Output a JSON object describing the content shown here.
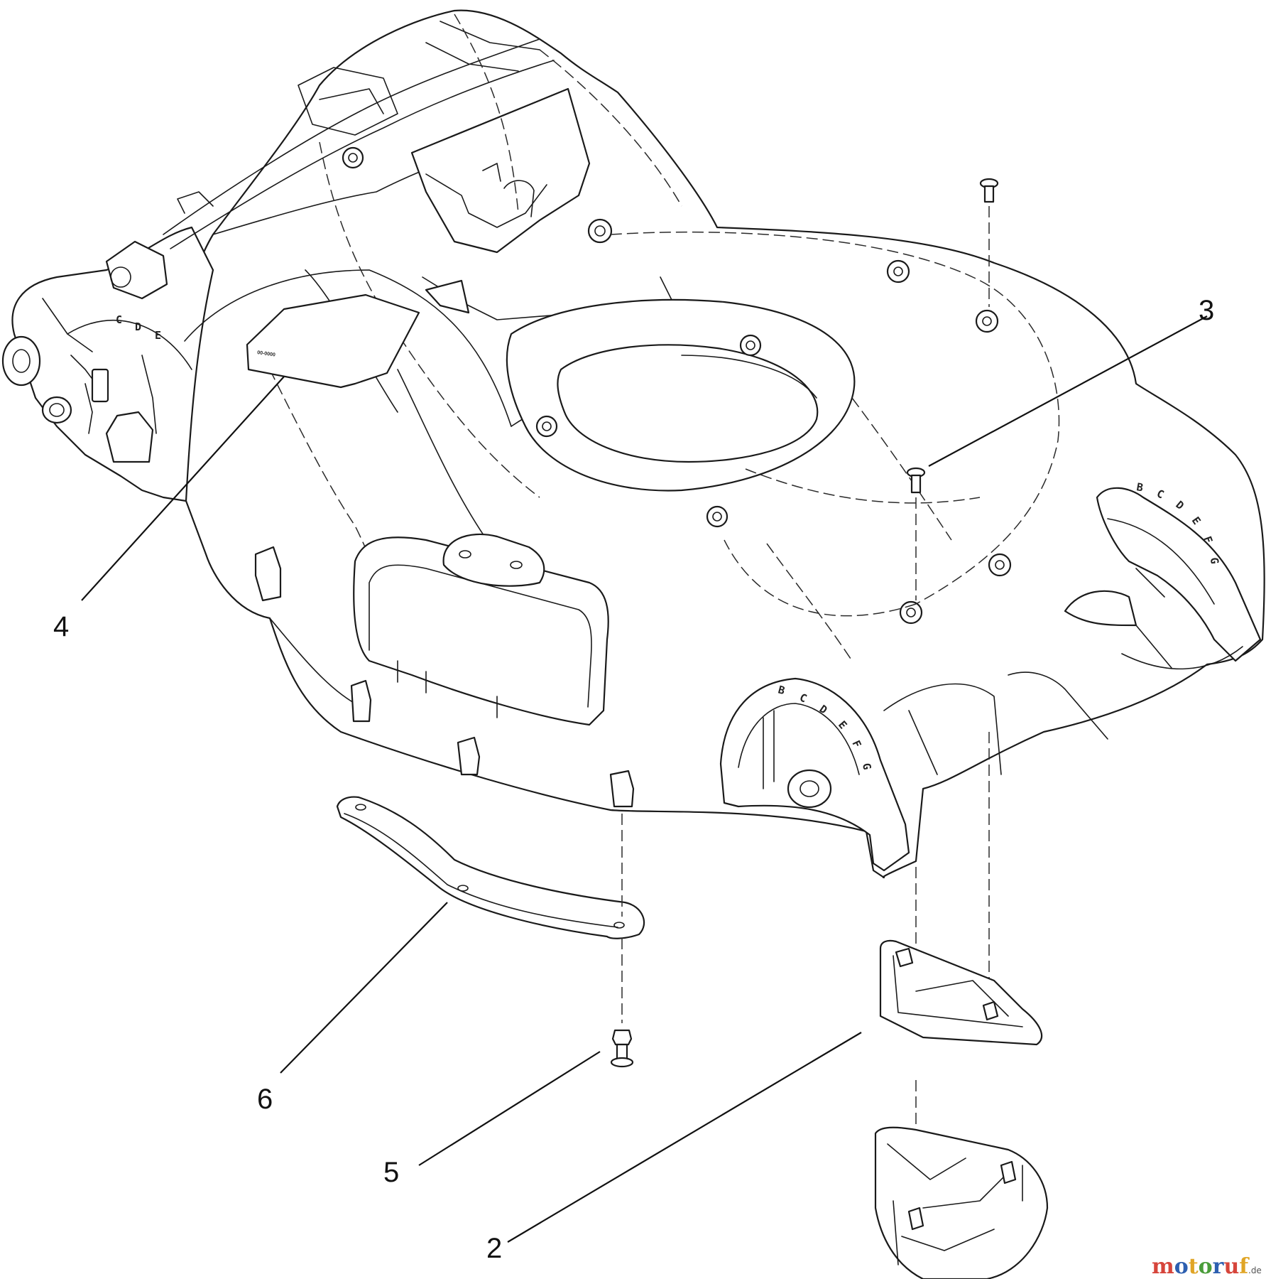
{
  "callouts": [
    {
      "label": "2"
    },
    {
      "label": "3"
    },
    {
      "label": "4"
    },
    {
      "label": "5"
    },
    {
      "label": "6"
    }
  ],
  "height_scales": [
    {
      "letters": [
        "C",
        "D",
        "E"
      ]
    },
    {
      "letters": [
        "B",
        "C",
        "D",
        "E",
        "F",
        "G"
      ]
    },
    {
      "letters": [
        "B",
        "C",
        "D",
        "E",
        "F",
        "G"
      ]
    }
  ],
  "decal": {
    "text": "00-0000"
  },
  "watermark": {
    "name": "motoruf",
    "tld": ".de",
    "letter_colors": [
      "#d6453b",
      "#2d5fb0",
      "#e0a526",
      "#4a9d3a",
      "#2d5fb0",
      "#d6453b",
      "#e0a526"
    ]
  }
}
